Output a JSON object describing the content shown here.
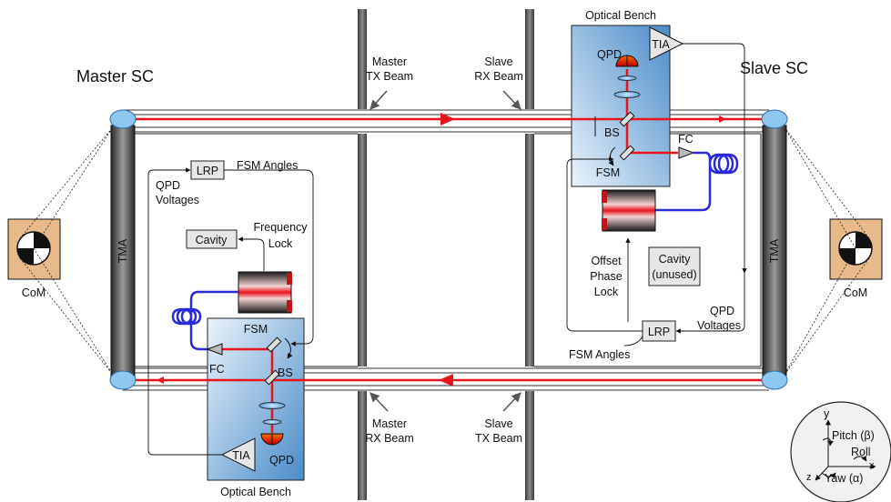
{
  "master": {
    "title": "Master SC",
    "tx_beam": [
      "Master",
      "TX Beam"
    ],
    "rx_beam": [
      "Master",
      "RX Beam"
    ],
    "lrp": "LRP",
    "fsm_angles": "FSM Angles",
    "qpd_voltages": [
      "QPD",
      "Voltages"
    ],
    "cavity": "Cavity",
    "frequency_lock": [
      "Frequency",
      "Lock"
    ],
    "fsm": "FSM",
    "fc": "FC",
    "bs": "BS",
    "tia": "TIA",
    "qpd": "QPD",
    "optical_bench": "Optical Bench",
    "tma": "TMA",
    "com": "CoM"
  },
  "slave": {
    "title": "Slave SC",
    "rx_beam": [
      "Slave",
      "RX Beam"
    ],
    "tx_beam": [
      "Slave",
      "TX Beam"
    ],
    "optical_bench": "Optical Bench",
    "qpd": "QPD",
    "tia": "TIA",
    "bs": "BS",
    "fc": "FC",
    "fsm": "FSM",
    "cavity_unused": [
      "Cavity",
      "(unused)"
    ],
    "offset_phase_lock": [
      "Offset",
      "Phase",
      "Lock"
    ],
    "lrp": "LRP",
    "fsm_angles": "FSM Angles",
    "qpd_voltages": [
      "QPD",
      "Voltages"
    ],
    "tma": "TMA",
    "com": "CoM"
  },
  "axes": {
    "y": "y",
    "pitch": "Pitch (β)",
    "roll": "Roll",
    "x": "x",
    "z": "z",
    "yaw": "Yaw (α)"
  },
  "colors": {
    "beam": "#e8141b",
    "fiber": "#2a2adb",
    "bench_dark": "#4a8cc9",
    "bench_light": "#eaf3fb",
    "com_bg": "#e8b98a",
    "box_fill": "#e6e6e6"
  }
}
